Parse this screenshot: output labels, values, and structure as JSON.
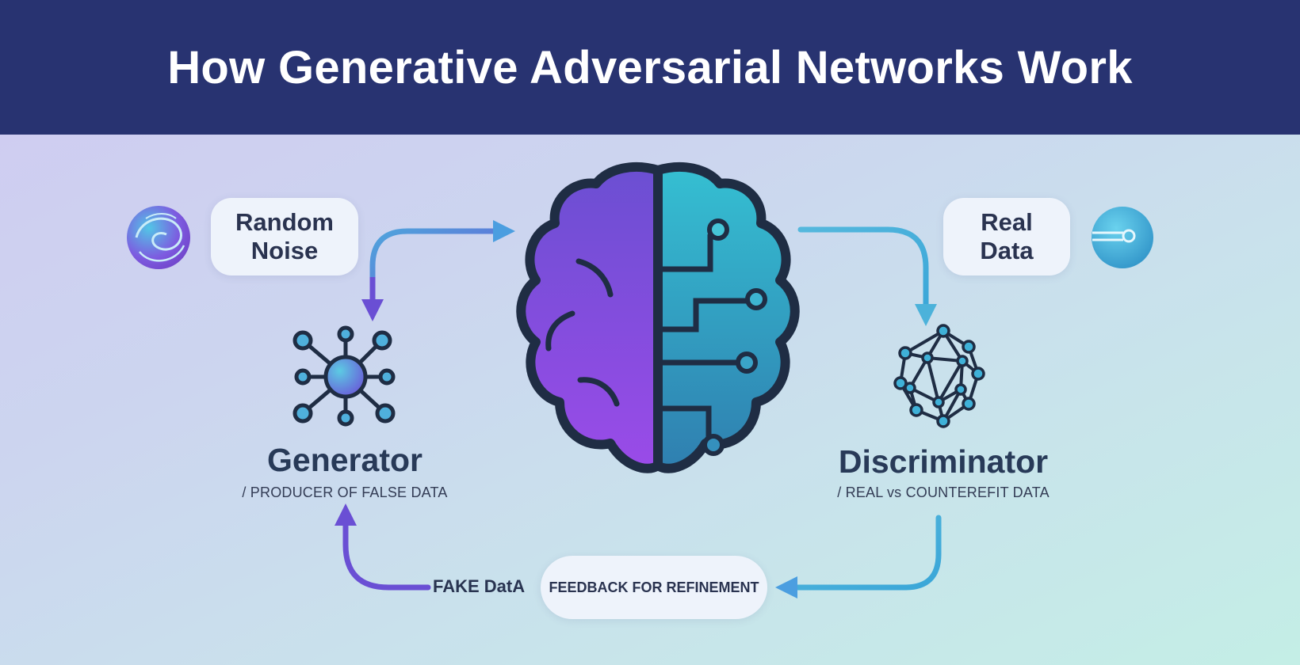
{
  "header": {
    "title": "How Generative Adversarial Networks Work"
  },
  "noise": {
    "line1": "Random",
    "line2": "Noise"
  },
  "real": {
    "line1": "Real",
    "line2": "Data"
  },
  "generator": {
    "title": "Generator",
    "subtitle": "/ PRODUCER OF FALSE DATA"
  },
  "discriminator": {
    "title": "Discriminator",
    "subtitle": "/ REAL vs COUNTEREFIT DATA"
  },
  "feedback": {
    "fake_label": "FAKE DatA",
    "pill_label": "FEEDBACK FOR REFINEMENT"
  },
  "colors": {
    "header_bg": "#283371",
    "purple": "#8a4de6",
    "teal": "#2fb3cf",
    "outline": "#1f2d44"
  },
  "icons": [
    "noise-orb-icon",
    "real-data-orb-icon",
    "generator-network-icon",
    "discriminator-network-icon",
    "brain-icon"
  ]
}
